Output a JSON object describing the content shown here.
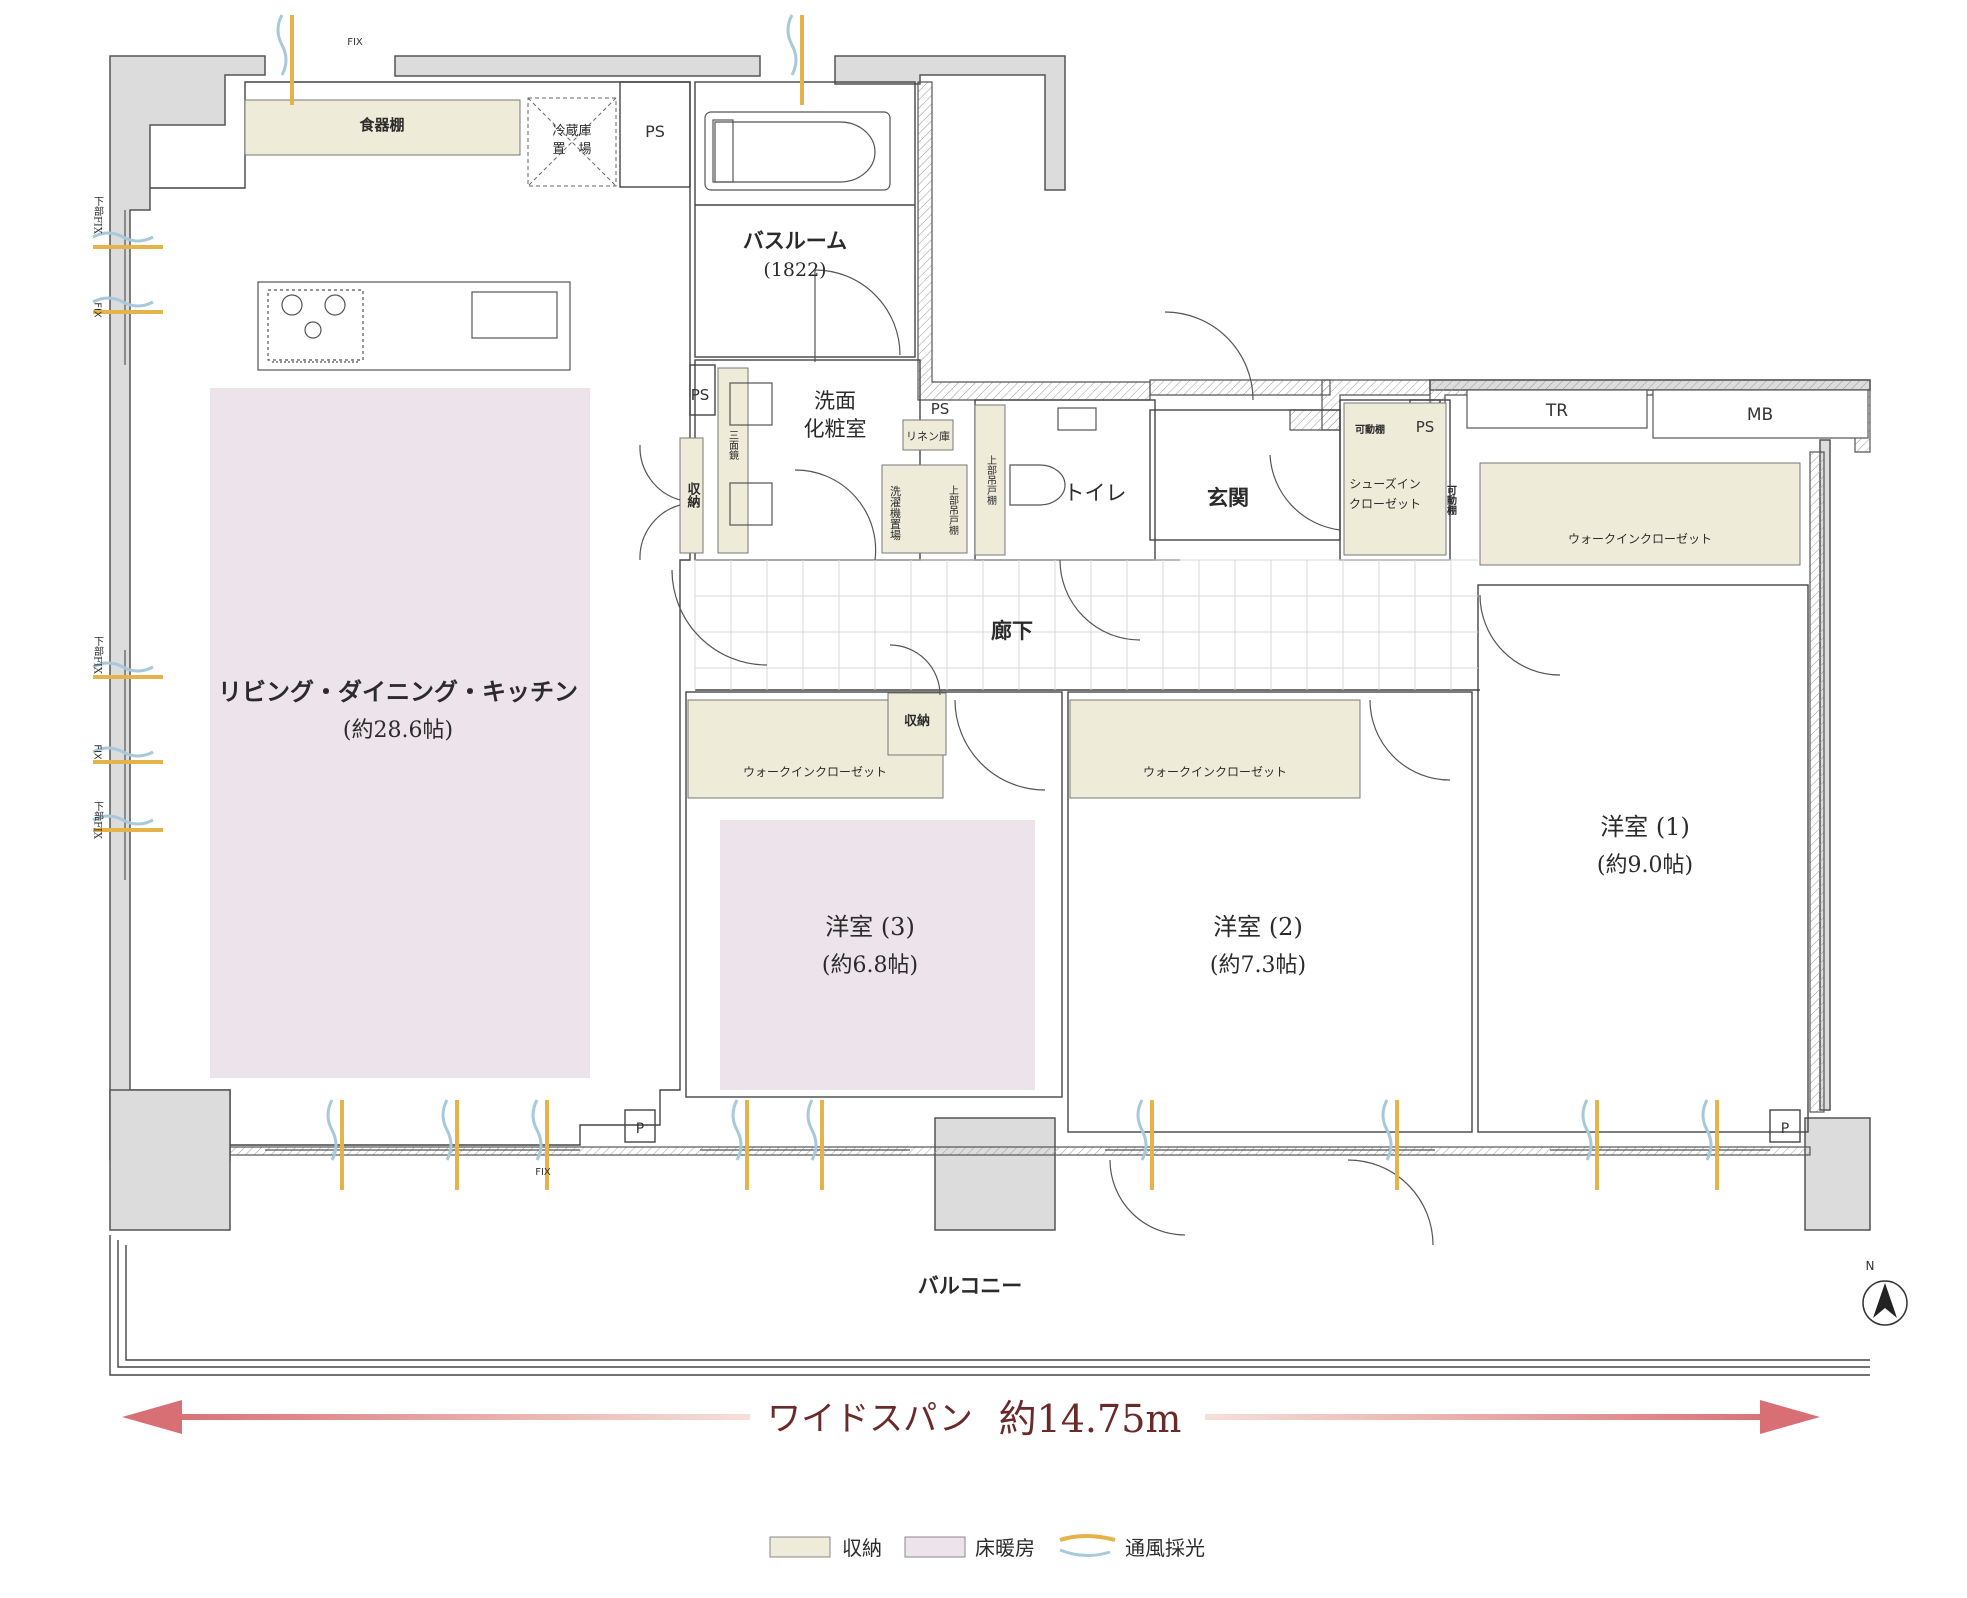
{
  "rooms": {
    "ldk_name": "リビング・ダイニング・キッチン",
    "ldk_size": "(約28.6帖)",
    "room3_name": "洋室 (3)",
    "room3_size": "(約6.8帖)",
    "room2_name": "洋室 (2)",
    "room2_size": "(約7.3帖)",
    "room1_name": "洋室 (1)",
    "room1_size": "(約9.0帖)",
    "bath_name": "バスルーム",
    "bath_size": "(1822)",
    "washroom_line1": "洗面",
    "washroom_line2": "化粧室",
    "toilet": "トイレ",
    "entrance": "玄関",
    "corridor": "廊下",
    "balcony": "バルコニー"
  },
  "labels": {
    "dish_shelf": "食器棚",
    "fridge_line1": "冷蔵庫",
    "fridge_line2": "置　場",
    "ps": "PS",
    "linen": "リネン庫",
    "washer": "洗濯機置場",
    "mirror_storage": "三面鏡",
    "upper_cabinet": "上部吊戸棚",
    "storage": "収納",
    "wic": "ウォークインクローゼット",
    "shoes_line1": "シューズイン",
    "shoes_line2": "クローゼット",
    "movable_shelf": "可動棚",
    "tr": "TR",
    "mb": "MB",
    "fix": "FIX",
    "lower_fix": "下部FIX",
    "p": "P",
    "north": "N"
  },
  "span": {
    "text": "ワイドスパン",
    "value": "約14.75m"
  },
  "legend": [
    {
      "label": "収納",
      "color": "#efebd9"
    },
    {
      "label": "床暖房",
      "color": "#ede3ea"
    },
    {
      "label": "通風採光",
      "color": "#e6b34a"
    }
  ],
  "colors": {
    "wall": "#dcdcdc",
    "storage": "#efebd9",
    "floor_heating": "#ede3ea",
    "arrow": "#d76f75",
    "span_text": "#6b2a2a",
    "airflow_gold": "#e6b34a",
    "airflow_blue": "#a7c9dc"
  }
}
